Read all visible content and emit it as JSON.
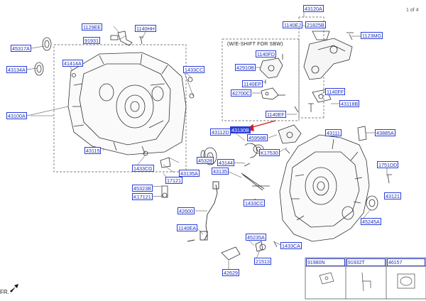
{
  "pager": {
    "text": "1 of 4"
  },
  "sbw_box": {
    "title": "(W/E-SHIFT FOR SBW)"
  },
  "orientation": {
    "text": "FR."
  },
  "colors": {
    "callout": "#2a3fd6",
    "highlight": "#2a3fd6",
    "line": "#444444"
  },
  "callouts": {
    "c43120a": "43120A",
    "c1129ee": "1129EE",
    "c91931": "91931",
    "c1140hh": "1140HH",
    "c1140ej": "1140EJ",
    "c21825b": "21825B",
    "c1123mg": "1123MG",
    "c45317a": "45317A",
    "c43134a": "43134A",
    "c41414a": "41414A",
    "c1433cc_a": "1433CC",
    "c43100a": "43100A",
    "c43115": "43115",
    "c1433cg": "1433CG",
    "c43135a": "43135A",
    "c17121_a": "17121",
    "c45323b": "45323B",
    "c45328": "45328",
    "ck17121": "K17121",
    "c1140fd": "1140FD",
    "c42910b": "42910B",
    "c1140ep": "1140EP",
    "c42700c": "42700C",
    "c1140ff": "1140FF",
    "c43118b": "43118B",
    "c1140ef": "1140EF",
    "c43112d": "43112D",
    "c43130b": "43130B",
    "c45958b": "45958B",
    "c43111": "43111",
    "c43885a": "43885A",
    "ck17530": "K17530",
    "c43144": "43144",
    "c43135": "43135",
    "c1751dd": "1751DD",
    "c42600": "42600",
    "c1433cc_b": "1433CC",
    "c43121": "43121",
    "c45245a": "45245A",
    "c1140ea": "1140EA",
    "c45235a": "45235A",
    "c1433ca": "1433CA",
    "c21513": "21513",
    "c42629": "42629"
  },
  "legend": {
    "h1": "91980N",
    "h2": "91932T",
    "h3": "46157"
  }
}
